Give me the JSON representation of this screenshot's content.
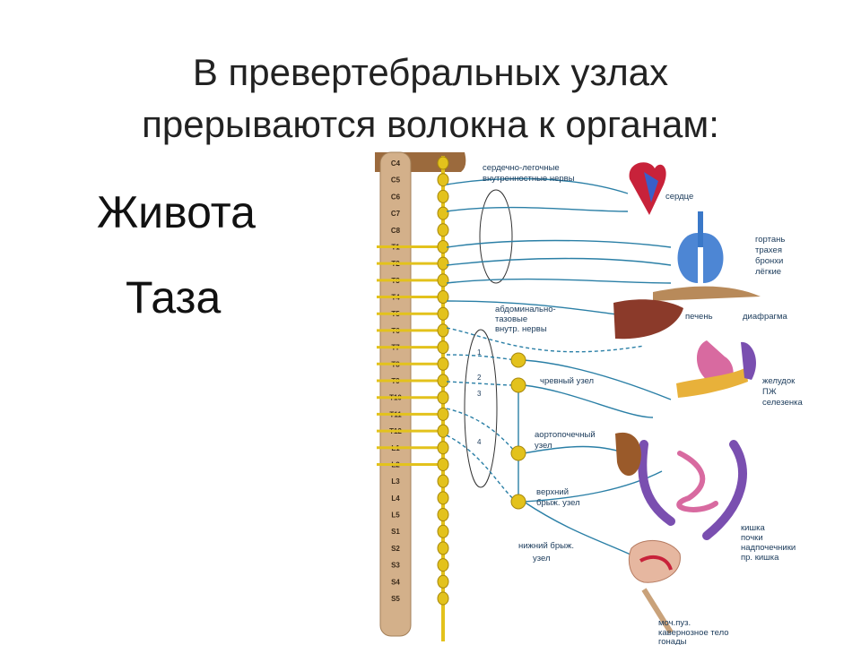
{
  "slide": {
    "title_line1": "В превертебральных узлах",
    "title_line2": "прерываются волокна к органам:",
    "bullets": [
      "Живота",
      "Таза"
    ]
  },
  "diagram": {
    "vertebrae": [
      "C4",
      "C5",
      "C6",
      "C7",
      "C8",
      "T1",
      "T2",
      "T3",
      "T4",
      "T5",
      "T6",
      "T7",
      "T8",
      "T9",
      "T10",
      "T11",
      "T12",
      "L1",
      "L2",
      "L3",
      "L4",
      "L5",
      "S1",
      "S2",
      "S3",
      "S4",
      "S5"
    ],
    "labels": {
      "cardiopulmonary_nerves": [
        "сердечно-легочные",
        "внутренностные нервы"
      ],
      "heart": "сердце",
      "lungs": [
        "гортань",
        "трахея",
        "бронхи",
        "лёгкие"
      ],
      "liver": "печень",
      "diaphragm": "диафрагма",
      "abdominal_nerves": [
        "абдоминально-",
        "тазовые",
        "внутр. нервы"
      ],
      "celiac_ganglion": "чревный узел",
      "stomach": [
        "желудок",
        "ПЖ",
        "селезенка"
      ],
      "aorticorenal_ganglion": [
        "аортопочечный",
        "узел"
      ],
      "superior_mesenteric": [
        "верхний",
        "брыж. узел"
      ],
      "inferior_mesenteric": [
        "нижний брыж.",
        "узел"
      ],
      "intestine": [
        "кишка",
        "почки",
        "надпочечники",
        "пр. кишка"
      ],
      "pelvic": [
        "моч.пуз.",
        "кавернозное тело",
        "гонады"
      ],
      "numbers": [
        "1",
        "2",
        "3",
        "4"
      ]
    },
    "colors": {
      "chain": "#e3c21c",
      "nerve": "#2a7fa6",
      "cord": "#c9a27a",
      "heart": "#c8223a",
      "lung": "#3a78c8",
      "liver": "#8b3a2a",
      "stomach": "#d86aa0",
      "pancreas": "#e8b13a",
      "colon": "#7a4fb0"
    }
  }
}
